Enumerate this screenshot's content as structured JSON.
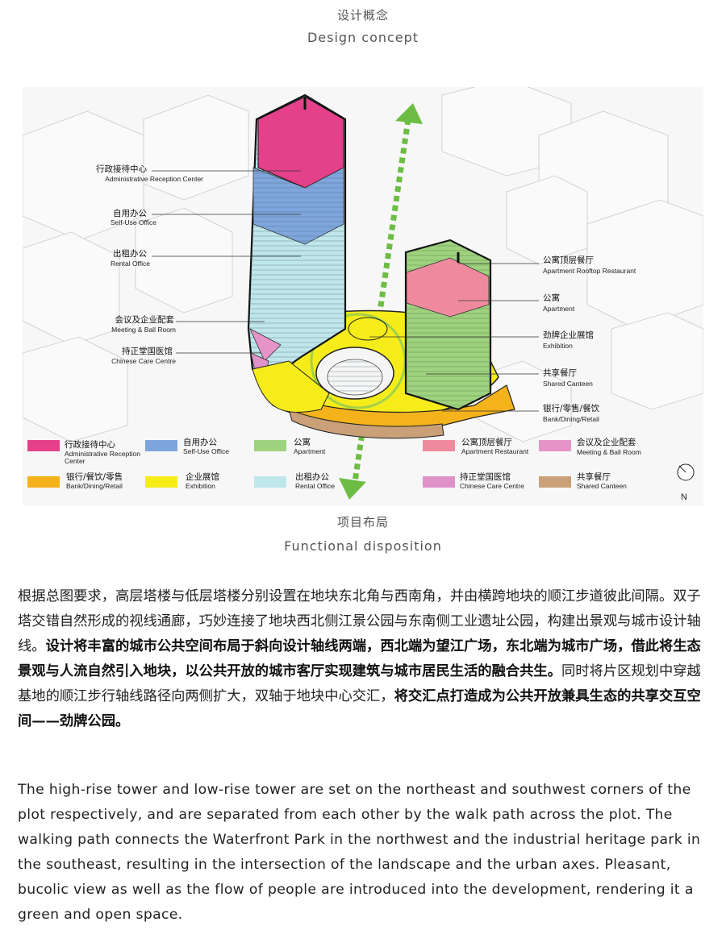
{
  "captions": {
    "top_cn": "设计概念",
    "top_en": "Design concept",
    "bottom_cn": "项目布局",
    "bottom_en": "Functional disposition"
  },
  "callouts": [
    {
      "cn": "行政接待中心",
      "en": "Administrative Reception Center"
    },
    {
      "cn": "自用办公",
      "en": "Self-Use Office"
    },
    {
      "cn": "出租办公",
      "en": "Rental Office"
    },
    {
      "cn": "会议及企业配套",
      "en": "Meeting & Ball Room"
    },
    {
      "cn": "持正堂国医馆",
      "en": "Chinese Care Centre"
    },
    {
      "cn": "公寓顶层餐厅",
      "en": "Apartment Rooftop Restaurant"
    },
    {
      "cn": "公寓",
      "en": "Apartment"
    },
    {
      "cn": "劲牌企业展馆",
      "en": "Exhibition"
    },
    {
      "cn": "共享餐厅",
      "en": "Shared Canteen"
    },
    {
      "cn": "银行/零售/餐饮",
      "en": "Bank/Dining/Retail"
    }
  ],
  "legend": [
    {
      "cn": "行政接待中心",
      "en1": "Administrative Reception",
      "en2": "Center",
      "color": "#e4418a"
    },
    {
      "cn": "自用办公",
      "en1": "Self-Use Office",
      "en2": "",
      "color": "#7fa6dc"
    },
    {
      "cn": "公寓",
      "en1": "Apartment",
      "en2": "",
      "color": "#9fd27f"
    },
    {
      "cn": "公寓顶层餐厅",
      "en1": "Apartment Restaurant",
      "en2": "",
      "color": "#ef8a9e"
    },
    {
      "cn": "会议及企业配套",
      "en1": "Meeting & Ball Room",
      "en2": "",
      "color": "#e694c8"
    },
    {
      "cn": "银行/餐饮/零售",
      "en1": "Bank/Dining/Retail",
      "en2": "",
      "color": "#f4b21b"
    },
    {
      "cn": "企业展馆",
      "en1": "Exhibition",
      "en2": "",
      "color": "#f6ec1a"
    },
    {
      "cn": "出租办公",
      "en1": "Rental Office",
      "en2": "",
      "color": "#bfe6ea"
    },
    {
      "cn": "持正堂国医馆",
      "en1": "Chinese Care Centre",
      "en2": "",
      "color": "#de92c8"
    },
    {
      "cn": "共享餐厅",
      "en1": "Shared Canteen",
      "en2": "",
      "color": "#c9a077"
    }
  ],
  "north_label": "N",
  "paragraph_cn": {
    "p1": "根据总图要求，高层塔楼与低层塔楼分别设置在地块东北角与西南角，并由横跨地块的顺江步道彼此间隔。双子塔交错自然形成的视线通廊，巧妙连接了地块西北侧江景公园与东南侧工业遗址公园，构建出景观与城市设计轴线。",
    "b1": "设计将丰富的城市公共空间布局于斜向设计轴线两端，西北端为望江广场，东北端为城市广场，借此将生态景观与人流自然引入地块，以公共开放的城市客厅实现建筑与城市居民生活的融合共生。",
    "p2": "同时将片区规划中穿越基地的顺江步行轴线路径向两侧扩大，双轴于地块中心交汇，",
    "b2": "将交汇点打造成为公共开放兼具生态的共享交互空间——劲牌公园。"
  },
  "paragraph_en": "The high-rise tower and low-rise tower are set on the northeast and southwest corners of the plot respectively, and are separated from each other by the walk path across the plot. The walking path connects the Waterfront Park in the northwest and the industrial heritage park in the southeast, resulting in the intersection of the landscape and the urban axes. Pleasant, bucolic view as well as the flow of people are introduced into the development, rendering it a green and open space."
}
